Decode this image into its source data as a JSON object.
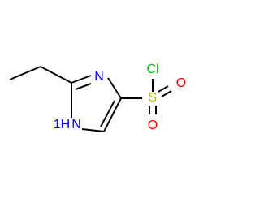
{
  "molecule": {
    "atoms": {
      "n_ring": {
        "label": "N",
        "color": "#0000ff"
      },
      "nh_ring": {
        "label": "1H",
        "color": "#0000ff"
      },
      "n_of_nh": {
        "label": "N",
        "color": "#0000ff"
      },
      "s": {
        "label": "S",
        "color": "#b8b800"
      },
      "cl": {
        "label": "Cl",
        "color": "#00c000"
      },
      "o_upper": {
        "label": "O",
        "color": "#ff0000"
      },
      "o_lower": {
        "label": "O",
        "color": "#ff0000"
      }
    },
    "bond_color": "#000000"
  }
}
